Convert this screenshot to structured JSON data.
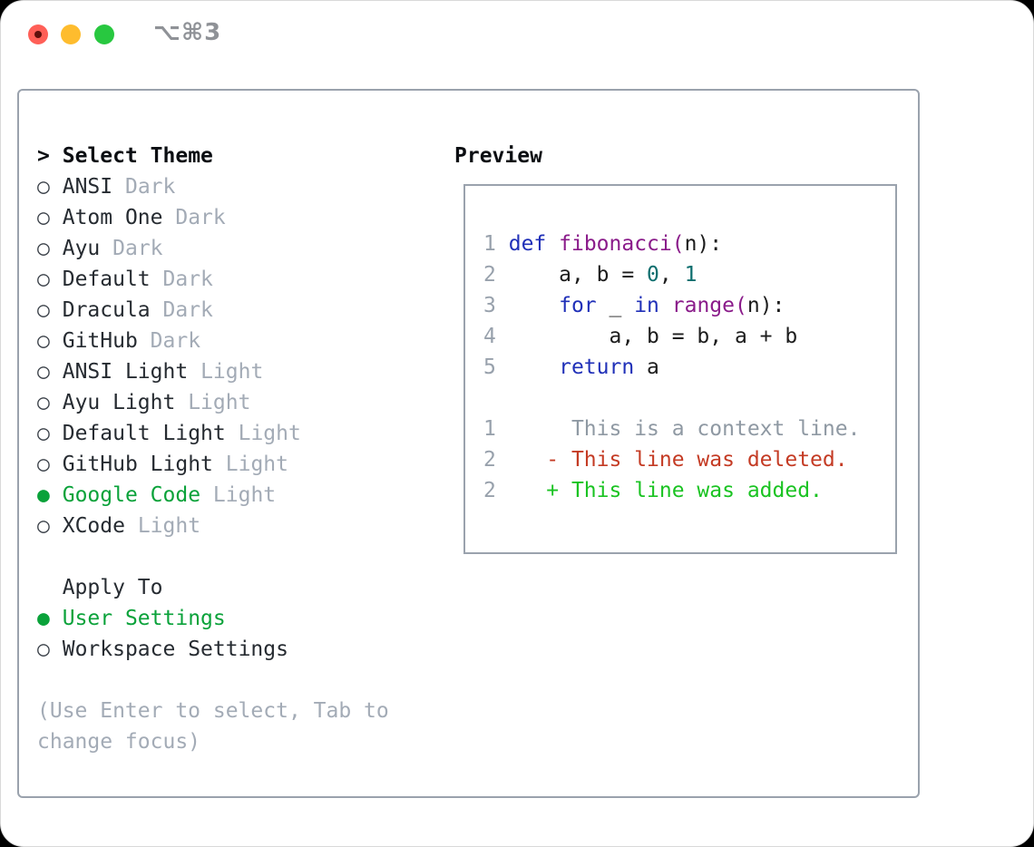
{
  "window": {
    "title": "⌥⌘3",
    "traffic_lights": {
      "close_color": "#ff5f57",
      "minimize_color": "#febc2e",
      "zoom_color": "#28c840"
    }
  },
  "theme_picker": {
    "header_prefix": ">",
    "header_label": "Select Theme",
    "bullet_selected": "●",
    "bullet_unselected": "○",
    "items": [
      {
        "name": "ANSI",
        "variant": "Dark",
        "selected": false
      },
      {
        "name": "Atom One",
        "variant": "Dark",
        "selected": false
      },
      {
        "name": "Ayu",
        "variant": "Dark",
        "selected": false
      },
      {
        "name": "Default",
        "variant": "Dark",
        "selected": false
      },
      {
        "name": "Dracula",
        "variant": "Dark",
        "selected": false
      },
      {
        "name": "GitHub",
        "variant": "Dark",
        "selected": false
      },
      {
        "name": "ANSI Light",
        "variant": "Light",
        "selected": false
      },
      {
        "name": "Ayu Light",
        "variant": "Light",
        "selected": false
      },
      {
        "name": "Default Light",
        "variant": "Light",
        "selected": false
      },
      {
        "name": "GitHub Light",
        "variant": "Light",
        "selected": false
      },
      {
        "name": "Google Code",
        "variant": "Light",
        "selected": true
      },
      {
        "name": "XCode",
        "variant": "Light",
        "selected": false
      }
    ],
    "apply_to": {
      "label": "Apply To",
      "options": [
        {
          "name": "User Settings",
          "selected": true
        },
        {
          "name": "Workspace Settings",
          "selected": false
        }
      ]
    },
    "hint_lines": [
      "(Use Enter to select, Tab to",
      "change focus)"
    ]
  },
  "preview": {
    "label": "Preview",
    "code_lines": [
      {
        "num": "1",
        "tokens": [
          [
            "kw",
            "def"
          ],
          [
            "pl",
            " "
          ],
          [
            "fn",
            "fibonacci("
          ],
          [
            "pl",
            "n):"
          ]
        ]
      },
      {
        "num": "2",
        "tokens": [
          [
            "pl",
            "    a, b = "
          ],
          [
            "lit",
            "0"
          ],
          [
            "pl",
            ", "
          ],
          [
            "lit",
            "1"
          ]
        ]
      },
      {
        "num": "3",
        "tokens": [
          [
            "pl",
            "    "
          ],
          [
            "kw",
            "for"
          ],
          [
            "pl",
            " _ "
          ],
          [
            "kw",
            "in"
          ],
          [
            "pl",
            " "
          ],
          [
            "fn",
            "range("
          ],
          [
            "pl",
            "n):"
          ]
        ]
      },
      {
        "num": "4",
        "tokens": [
          [
            "pl",
            "        a, b = b, a + b"
          ]
        ]
      },
      {
        "num": "5",
        "tokens": [
          [
            "pl",
            "    "
          ],
          [
            "kw",
            "return"
          ],
          [
            "pl",
            " a"
          ]
        ]
      }
    ],
    "diff_lines": [
      {
        "num": "1",
        "tokens": [
          [
            "ctx",
            "     This is a context line."
          ]
        ]
      },
      {
        "num": "2",
        "tokens": [
          [
            "pl",
            "   "
          ],
          [
            "del",
            "- This line was deleted."
          ]
        ]
      },
      {
        "num": "2",
        "tokens": [
          [
            "pl",
            "   "
          ],
          [
            "add",
            "+ This line was added."
          ]
        ]
      }
    ]
  },
  "colors": {
    "accent_green": "#0aa23a",
    "added_green": "#1ac322",
    "deleted_red": "#c43b24",
    "keyword_blue": "#2030b8",
    "function_purple": "#8a1b8a",
    "number_teal": "#0d6e6e",
    "muted_gray": "#a3abb6",
    "border_gray": "#9aa2ad"
  }
}
